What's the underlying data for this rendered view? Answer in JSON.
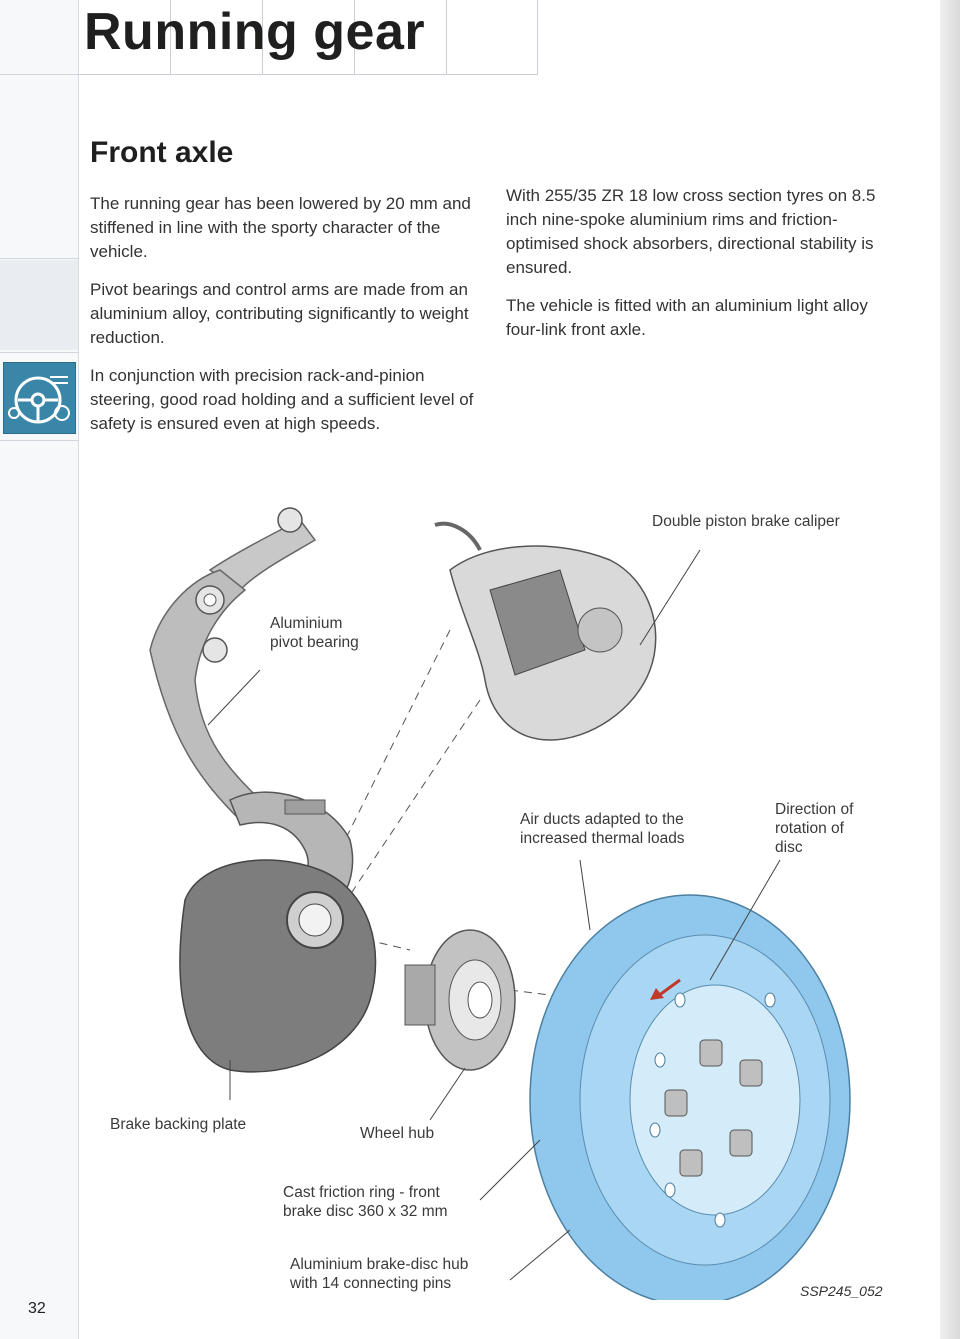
{
  "header": {
    "title": "Running gear"
  },
  "section": {
    "title": "Front axle"
  },
  "text": {
    "left": [
      "The running gear has been lowered by 20 mm and stiffened in line with the sporty character of the vehicle.",
      "Pivot bearings and control arms are made from an aluminium alloy, contributing signifi­cantly to weight reduction.",
      "In conjunction with precision rack-and-pinion steering, good road holding and a sufficient level of safety is ensured even at high speeds."
    ],
    "right": [
      "With 255/35 ZR 18 low cross section tyres on 8.5 inch nine-spoke aluminium rims and fric­tion-optimised shock absorbers, directional stability is ensured.",
      "The vehicle is fitted with an aluminium light alloy four-link front axle."
    ]
  },
  "figure": {
    "labels": {
      "caliper": "Double piston brake caliper",
      "pivot": "Aluminium\npivot bearing",
      "air_ducts": "Air ducts adapted to the\nincreased thermal loads",
      "rotation": "Direction of\nrotation of\ndisc",
      "backing_plate": "Brake backing plate",
      "wheel_hub": "Wheel hub",
      "friction_ring": "Cast friction ring - front\nbrake disc 360 x 32 mm",
      "disc_hub": "Aluminium brake-disc hub\nwith 14 connecting pins"
    },
    "code": "SSP245_052"
  },
  "page_number": "32",
  "colors": {
    "disc_blue": "#8fc8ec",
    "tab_blue": "#3a86a8"
  }
}
